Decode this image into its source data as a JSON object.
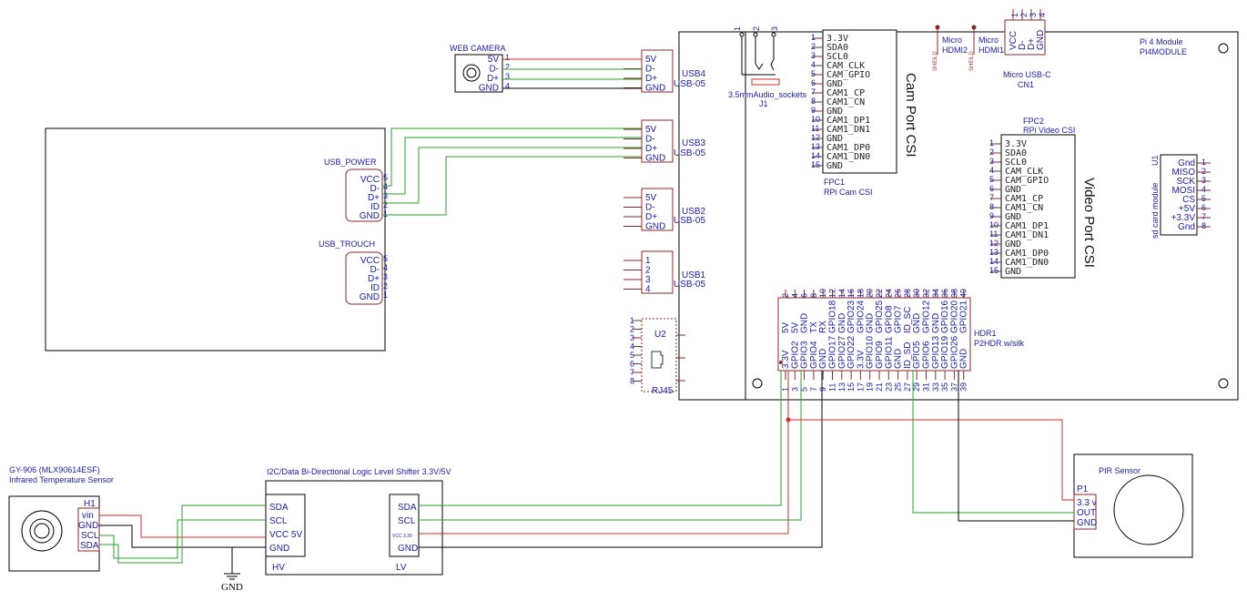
{
  "diagram": {
    "web_camera": {
      "title": "WEB CAMERA",
      "pins": [
        "5V",
        "D-",
        "D+",
        "GND"
      ],
      "pin_numbers": [
        "1",
        "2",
        "3",
        "4"
      ]
    },
    "usb4": {
      "ref": "USB4",
      "value": "USB-05",
      "pins": [
        "5V",
        "D-",
        "D+",
        "GND"
      ]
    },
    "usb3": {
      "ref": "USB3",
      "value": "USB-05",
      "pins": [
        "5V",
        "D-",
        "D+",
        "GND"
      ]
    },
    "usb2": {
      "ref": "USB2",
      "value": "USB-05",
      "pins": [
        "5V",
        "D-",
        "D+",
        "GND"
      ]
    },
    "usb1": {
      "ref": "USB1",
      "value": "USB-05",
      "pins": [
        "1",
        "2",
        "3",
        "4"
      ]
    },
    "usb_power": {
      "title": "USB_POWER",
      "pins": [
        "VCC",
        "D-",
        "D+",
        "ID",
        "GND"
      ],
      "pin_numbers": [
        "5",
        "4",
        "3",
        "2",
        "1"
      ]
    },
    "usb_touch": {
      "title": "USB_TROUCH",
      "pins": [
        "VCC",
        "D-",
        "D+",
        "ID",
        "GND"
      ],
      "pin_numbers": [
        "5",
        "4",
        "3",
        "2",
        "1"
      ]
    },
    "u2": {
      "ref": "U2",
      "value": "RJ45"
    },
    "audio": {
      "ref": "J1",
      "value": "3.5mmAudio_sockets",
      "pins": [
        "1",
        "2",
        "3"
      ]
    },
    "fpc1": {
      "ref": "FPC1",
      "value": "RPi Cam CSI",
      "title": "Cam Port CSI",
      "pins": [
        "3.3V",
        "SDA0",
        "SCL0",
        "CAM_CLK",
        "CAM_GPIO",
        "GND",
        "CAM1_CP",
        "CAM1_CN",
        "GND",
        "CAM1_DP1",
        "CAM1_DN1",
        "GND",
        "CAM1_DP0",
        "CAM1_DN0",
        "GND"
      ]
    },
    "fpc2": {
      "ref": "FPC2",
      "value": "RPi Video CSI",
      "title": "Video Port CSI",
      "pins": [
        "3.3V",
        "SDA0",
        "SCL0",
        "CAM_CLK",
        "CAM_GPIO",
        "GND",
        "CAM1_CP",
        "CAM1_CN",
        "GND",
        "CAM1_DP1",
        "CAM1_DN1",
        "GND",
        "CAM1_DP0",
        "CAM1_DN0",
        "GND"
      ]
    },
    "hdmi2": {
      "label1": "Micro",
      "label2": "HDMI2",
      "shield": "SHEILD"
    },
    "hdmi1": {
      "label1": "Micro",
      "label2": "HDMI1",
      "shield": "SHEILD"
    },
    "cn1": {
      "ref": "CN1",
      "value": "Micro USB-C",
      "pins": [
        "VCC",
        "D-",
        "D+",
        "GND"
      ],
      "pin_numbers": [
        "1",
        "2",
        "3",
        "4"
      ]
    },
    "pi_module": {
      "title": "Pi 4 Module",
      "ref": "PI4MODULE"
    },
    "u1": {
      "ref": "U1",
      "value": "sd card module",
      "pins": [
        "Gnd",
        "MISO",
        "SCK",
        "MOSI",
        "CS",
        "+5V",
        "+3.3V",
        "Gnd"
      ],
      "pin_numbers": [
        "1",
        "2",
        "3",
        "4",
        "5",
        "6",
        "7",
        "8"
      ]
    },
    "hdr1": {
      "ref": "HDR1",
      "value": "P2HDR w/silk",
      "top_labels": [
        "5V",
        "5V",
        "GND",
        "TX",
        "RX",
        "GPIO18",
        "GND",
        "GPIO23",
        "GPIO24",
        "GND",
        "GPIO25",
        "GPIO8",
        "GPIO7",
        "ID_SC",
        "GND",
        "GPIO12",
        "GND",
        "GPIO16",
        "GPIO20",
        "GPIO21"
      ],
      "top_numbers": [
        "2",
        "4",
        "6",
        "8",
        "10",
        "12",
        "14",
        "16",
        "18",
        "20",
        "22",
        "24",
        "26",
        "28",
        "30",
        "32",
        "34",
        "36",
        "38",
        "40"
      ],
      "bottom_labels": [
        "3.3V",
        "GPIO2",
        "GPIO3",
        "GPIO4",
        "GND",
        "GPIO17",
        "GPIO27",
        "GPIO22",
        "3.3V",
        "GPIO10",
        "GPIO9",
        "GPIO11",
        "GND",
        "ID_SD",
        "GPIO5",
        "GPIO6",
        "GPIO13",
        "GPIO19",
        "GPIO26",
        "GND"
      ],
      "bottom_numbers": [
        "1",
        "3",
        "5",
        "7",
        "9",
        "11",
        "13",
        "15",
        "17",
        "19",
        "21",
        "23",
        "25",
        "27",
        "29",
        "31",
        "33",
        "35",
        "37",
        "39"
      ]
    },
    "pir": {
      "title": "PIR Sensor",
      "ref": "P1",
      "pins": [
        "3.3 v",
        "OUT",
        "GND"
      ]
    },
    "gy906": {
      "title": "GY-906 (MLX90614ESF)",
      "subtitle": "Infrared Temperature Sensor",
      "ref": "H1",
      "pins": [
        "vin",
        "GND",
        "SCL",
        "SDA"
      ]
    },
    "shifter": {
      "title": "I2C/Data Bi-Directional Logic Level Shifter 3.3V/5V",
      "hv_pins": [
        "SDA",
        "SCL",
        "VCC 5V",
        "GND"
      ],
      "lv_pins": [
        "SDA",
        "SCL",
        "VCC 3.3V",
        "GND"
      ],
      "hv_label": "HV",
      "lv_label": "LV"
    },
    "ground": {
      "label": "GND"
    }
  }
}
